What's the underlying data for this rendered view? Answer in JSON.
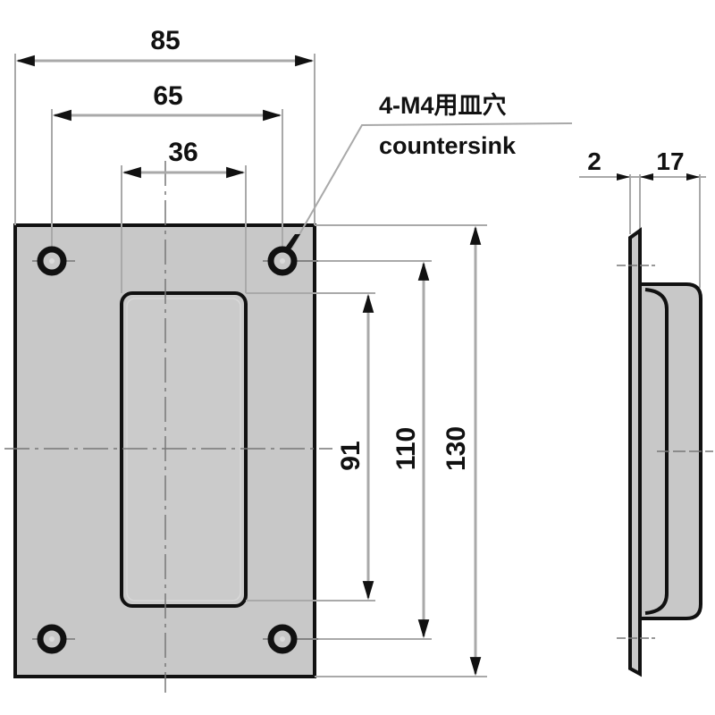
{
  "colors": {
    "outline": "#111111",
    "fill": "#c8c8c8",
    "dim_line": "#a9a9a9",
    "center_line": "#777777",
    "background": "#ffffff"
  },
  "front_view": {
    "dimensions": {
      "overall_width": "85",
      "hole_pitch_width": "65",
      "opening_width": "36",
      "opening_height": "91",
      "hole_pitch_height": "110",
      "overall_height": "130"
    },
    "callout": {
      "line1": "4-M4用皿穴",
      "line2": "countersink"
    },
    "holes": [
      "top-left",
      "top-right",
      "bottom-left",
      "bottom-right"
    ]
  },
  "side_view": {
    "dimensions": {
      "flange_thickness": "2",
      "depth": "17"
    }
  }
}
